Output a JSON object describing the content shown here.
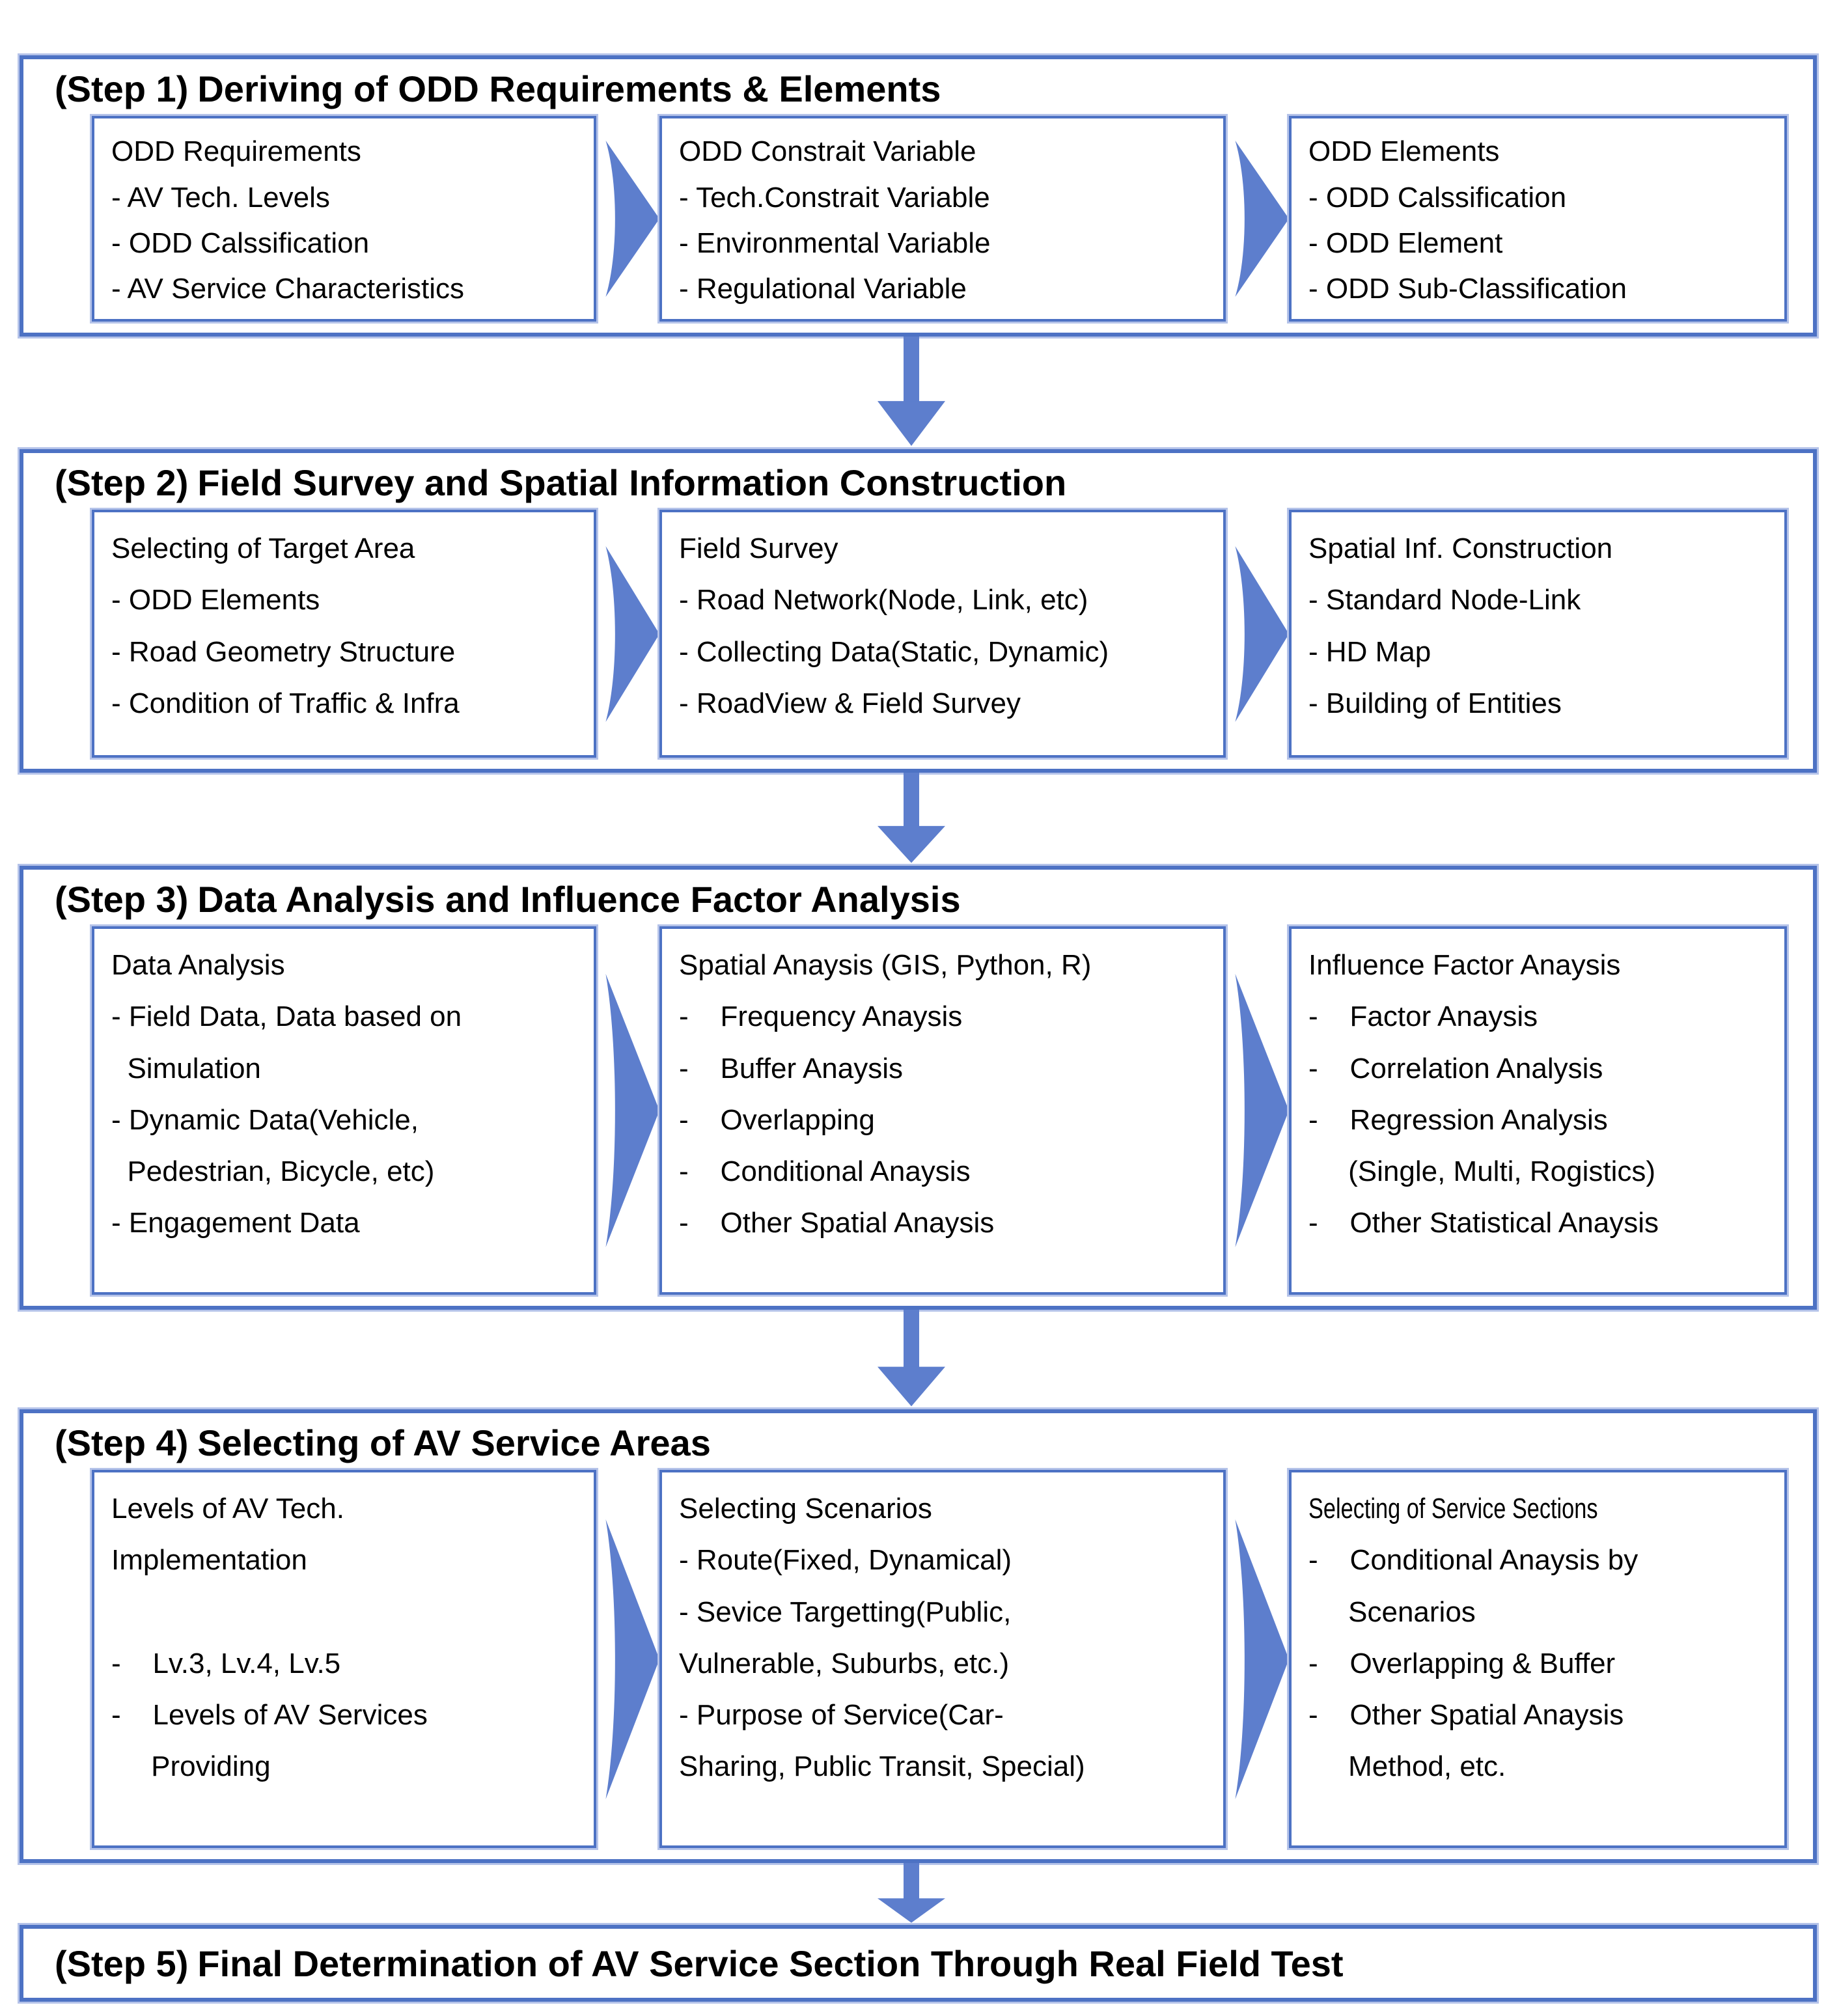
{
  "colors": {
    "box_border": "#4d72c4",
    "box_border_light": "#b5c3e9",
    "arrow_fill": "#5d7ecd",
    "text": "#000000",
    "background": "#ffffff"
  },
  "icons": {
    "right_arrow": "right-arrow-icon",
    "down_arrow": "down-arrow-icon"
  },
  "steps": [
    {
      "tag": "(Step 1)",
      "title": "Deriving of ODD Requirements & Elements",
      "boxes": [
        {
          "lines": [
            "ODD Requirements",
            "- AV Tech. Levels",
            "- ODD Calssification",
            "- AV Service Characteristics"
          ]
        },
        {
          "lines": [
            "ODD Constrait Variable",
            "- Tech.Constrait Variable",
            "- Environmental Variable",
            "- Regulational Variable"
          ]
        },
        {
          "lines": [
            "ODD Elements",
            "- ODD Calssification",
            "- ODD Element",
            "- ODD Sub-Classification"
          ]
        }
      ]
    },
    {
      "tag": "(Step 2)",
      "title": "Field Survey and Spatial Information Construction",
      "boxes": [
        {
          "lines": [
            "Selecting of Target Area",
            "- ODD Elements",
            "- Road Geometry Structure",
            "- Condition of Traffic & Infra"
          ]
        },
        {
          "lines": [
            "Field Survey",
            "- Road Network(Node, Link, etc)",
            "- Collecting Data(Static, Dynamic)",
            "- RoadView & Field Survey"
          ]
        },
        {
          "lines": [
            "Spatial Inf. Construction",
            "- Standard Node-Link",
            "- HD Map",
            "- Building of Entities"
          ]
        }
      ]
    },
    {
      "tag": "(Step 3)",
      "title": "Data Analysis and Influence Factor Analysis",
      "boxes": [
        {
          "lines": [
            "Data Analysis",
            "- Field Data, Data based on",
            "  Simulation",
            "- Dynamic Data(Vehicle,",
            "  Pedestrian, Bicycle, etc)",
            "- Engagement Data"
          ]
        },
        {
          "lines": [
            "Spatial Anaysis (GIS, Python, R)",
            "-    Frequency Anaysis",
            "-    Buffer Anaysis",
            "-    Overlapping",
            "-    Conditional Anaysis",
            "-    Other Spatial Anaysis"
          ]
        },
        {
          "lines": [
            "Influence Factor Anaysis",
            "-    Factor Anaysis",
            "-    Correlation Analysis",
            "-    Regression Analysis",
            "     (Single, Multi, Rogistics)",
            "-    Other Statistical Anaysis"
          ]
        }
      ]
    },
    {
      "tag": "(Step 4)",
      "title": "Selecting of AV Service Areas",
      "boxes": [
        {
          "lines": [
            "Levels of AV Tech.",
            "Implementation",
            " ",
            "-    Lv.3, Lv.4, Lv.5",
            "-    Levels of AV Services",
            "     Providing"
          ]
        },
        {
          "lines": [
            "Selecting Scenarios",
            "- Route(Fixed, Dynamical)",
            "- Sevice Targetting(Public,",
            "Vulnerable, Suburbs, etc.)",
            "- Purpose of Service(Car-",
            "Sharing, Public Transit, Special)"
          ]
        },
        {
          "lines": [
            {
              "t": "Selecting of Service Sections",
              "cls": "squish"
            },
            "-    Conditional Anaysis by",
            "     Scenarios",
            "-    Overlapping & Buffer",
            "-    Other Spatial Anaysis",
            "     Method, etc."
          ]
        }
      ]
    },
    {
      "tag": "(Step 5)",
      "title": "Final Determination of AV Service Section Through Real Field Test",
      "boxes": []
    }
  ]
}
